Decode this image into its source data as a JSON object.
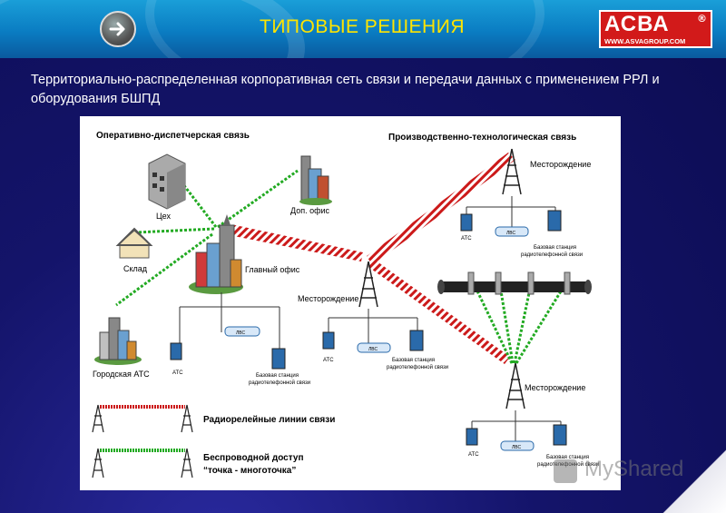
{
  "header": {
    "title": "ТИПОВЫЕ РЕШЕНИЯ",
    "logo_text": "АСВА",
    "logo_reg": "®",
    "logo_url": "WWW.ASVAGROUP.COM"
  },
  "subtitle": "Территориально-распределенная корпоративная сеть связи и передачи данных с применением РРЛ и оборудования БШПД",
  "diagram": {
    "left_section_title": "Оперативно-диспетчерская связь",
    "right_section_title": "Производственно-технологическая связь",
    "node_workshop": "Цех",
    "node_extra_office": "Доп. офис",
    "node_warehouse": "Склад",
    "node_main_office": "Главный офис",
    "node_city_ats": "Городская АТС",
    "node_field_center": "Месторождение",
    "node_field_top": "Месторождение",
    "node_field_bottom": "Месторождение",
    "ats_label": "АТС",
    "lvs_label": "ЛВС",
    "base_station_line1": "Базовая станция",
    "base_station_line2": "радиотелефонной связи",
    "legend_rrl": "Радиорелейные линии связи",
    "legend_wireless_line1": "Беспроводной доступ",
    "legend_wireless_line2": "“точка - многоточка”"
  },
  "watermark": "MyShared",
  "colors": {
    "accent_title": "#ffe400",
    "rrl_link": "#cc1a1a",
    "wireless_link": "#22aa22",
    "logo_bg": "#d21a1a"
  }
}
